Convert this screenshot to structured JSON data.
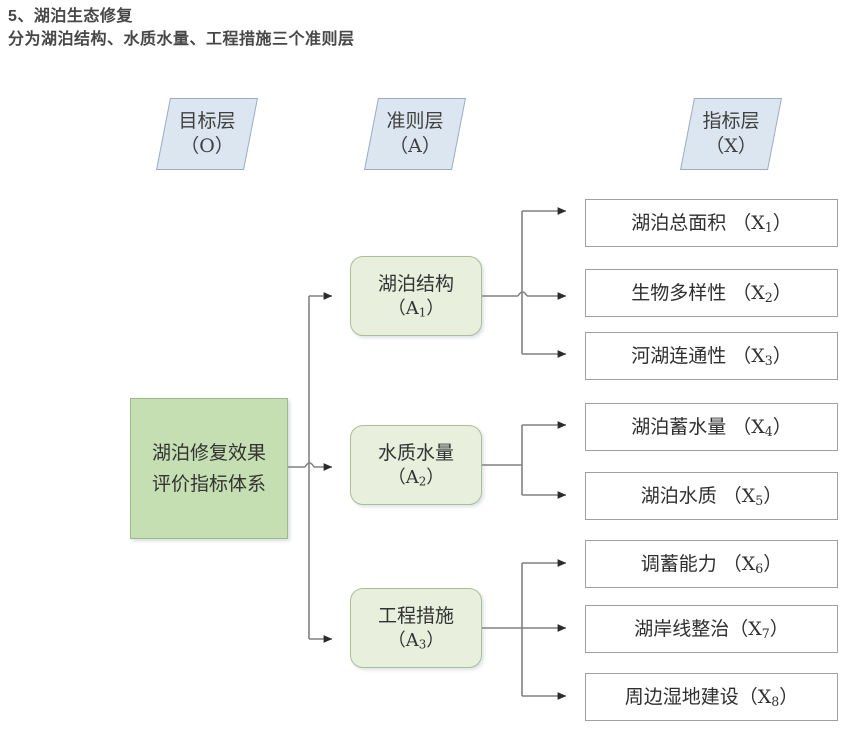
{
  "heading": {
    "line1": "5、湖泊生态修复",
    "line2": "分为湖泊结构、水质水量、工程措施三个准则层"
  },
  "layer_tags": [
    {
      "name": "目标层",
      "code": "（O）"
    },
    {
      "name": "准则层",
      "code": "（A）"
    },
    {
      "name": "指标层",
      "code": "（X）"
    }
  ],
  "goal": {
    "label": "湖泊修复效果评价指标体系"
  },
  "criteria": [
    {
      "name": "湖泊结构",
      "code_prefix": "（A",
      "code_sub": "1",
      "code_suffix": "）"
    },
    {
      "name": "水质水量",
      "code_prefix": "（A",
      "code_sub": "2",
      "code_suffix": "）"
    },
    {
      "name": "工程措施",
      "code_prefix": "（A",
      "code_sub": "3",
      "code_suffix": "）"
    }
  ],
  "indicators": [
    {
      "name": "湖泊总面积",
      "code_prefix": "（X",
      "code_sub": "1",
      "code_suffix": "）",
      "gap": " "
    },
    {
      "name": "生物多样性",
      "code_prefix": "（X",
      "code_sub": "2",
      "code_suffix": "）",
      "gap": " "
    },
    {
      "name": "河湖连通性",
      "code_prefix": "（X",
      "code_sub": "3",
      "code_suffix": "）",
      "gap": " "
    },
    {
      "name": "湖泊蓄水量",
      "code_prefix": "（X",
      "code_sub": "4",
      "code_suffix": "）",
      "gap": " "
    },
    {
      "name": "湖泊水质",
      "code_prefix": "（X",
      "code_sub": "5",
      "code_suffix": "）",
      "gap": " "
    },
    {
      "name": "调蓄能力",
      "code_prefix": "（X",
      "code_sub": "6",
      "code_suffix": "）",
      "gap": " "
    },
    {
      "name": "湖岸线整治",
      "code_prefix": "（X",
      "code_sub": "7",
      "code_suffix": "）",
      "gap": ""
    },
    {
      "name": "周边湿地建设",
      "code_prefix": "（X",
      "code_sub": "8",
      "code_suffix": "）",
      "gap": ""
    }
  ],
  "colors": {
    "goal_fill": "#c5dfb3",
    "criteria_fill": "#e8f0dd",
    "indicator_fill": "#ffffff",
    "layer_tag_fill": "#dce6f1",
    "connector": "#808080",
    "text": "#333333"
  },
  "chart_data": {
    "type": "diagram",
    "diagram_kind": "ahp-hierarchy-tree",
    "title": "湖泊修复效果评价指标体系",
    "levels": [
      "目标层（O）",
      "准则层（A）",
      "指标层（X）"
    ],
    "nodes": [
      {
        "id": "O",
        "level": 0,
        "label": "湖泊修复效果评价指标体系"
      },
      {
        "id": "A1",
        "level": 1,
        "label": "湖泊结构（A1）"
      },
      {
        "id": "A2",
        "level": 1,
        "label": "水质水量（A2）"
      },
      {
        "id": "A3",
        "level": 1,
        "label": "工程措施（A3）"
      },
      {
        "id": "X1",
        "level": 2,
        "label": "湖泊总面积（X1）"
      },
      {
        "id": "X2",
        "level": 2,
        "label": "生物多样性（X2）"
      },
      {
        "id": "X3",
        "level": 2,
        "label": "河湖连通性（X3）"
      },
      {
        "id": "X4",
        "level": 2,
        "label": "湖泊蓄水量（X4）"
      },
      {
        "id": "X5",
        "level": 2,
        "label": "湖泊水质（X5）"
      },
      {
        "id": "X6",
        "level": 2,
        "label": "调蓄能力（X6）"
      },
      {
        "id": "X7",
        "level": 2,
        "label": "湖岸线整治（X7）"
      },
      {
        "id": "X8",
        "level": 2,
        "label": "周边湿地建设（X8）"
      }
    ],
    "edges": [
      [
        "O",
        "A1"
      ],
      [
        "O",
        "A2"
      ],
      [
        "O",
        "A3"
      ],
      [
        "A1",
        "X1"
      ],
      [
        "A1",
        "X2"
      ],
      [
        "A1",
        "X3"
      ],
      [
        "A2",
        "X4"
      ],
      [
        "A2",
        "X5"
      ],
      [
        "A3",
        "X6"
      ],
      [
        "A3",
        "X7"
      ],
      [
        "A3",
        "X8"
      ]
    ]
  }
}
